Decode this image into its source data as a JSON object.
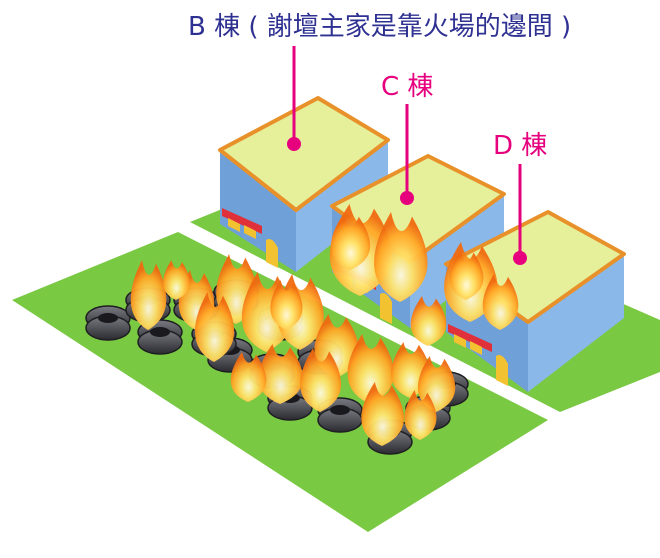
{
  "labels": {
    "b": "B 棟 ( 謝壇主家是靠火場的邊間 )",
    "c": "C 棟",
    "d": "D 棟"
  },
  "colors": {
    "label_b": "#2e3192",
    "label_cd": "#e6007e",
    "grass": "#7ac943",
    "wall": "#7aaee0",
    "roof": "#e6ef9a",
    "roof_edge": "#e8912a",
    "awning": "#e0303a",
    "door": "#f2c230",
    "flame_outer": "#ff9a1e",
    "flame_inner": "#ffe36a",
    "tire": "#3a3a40"
  }
}
